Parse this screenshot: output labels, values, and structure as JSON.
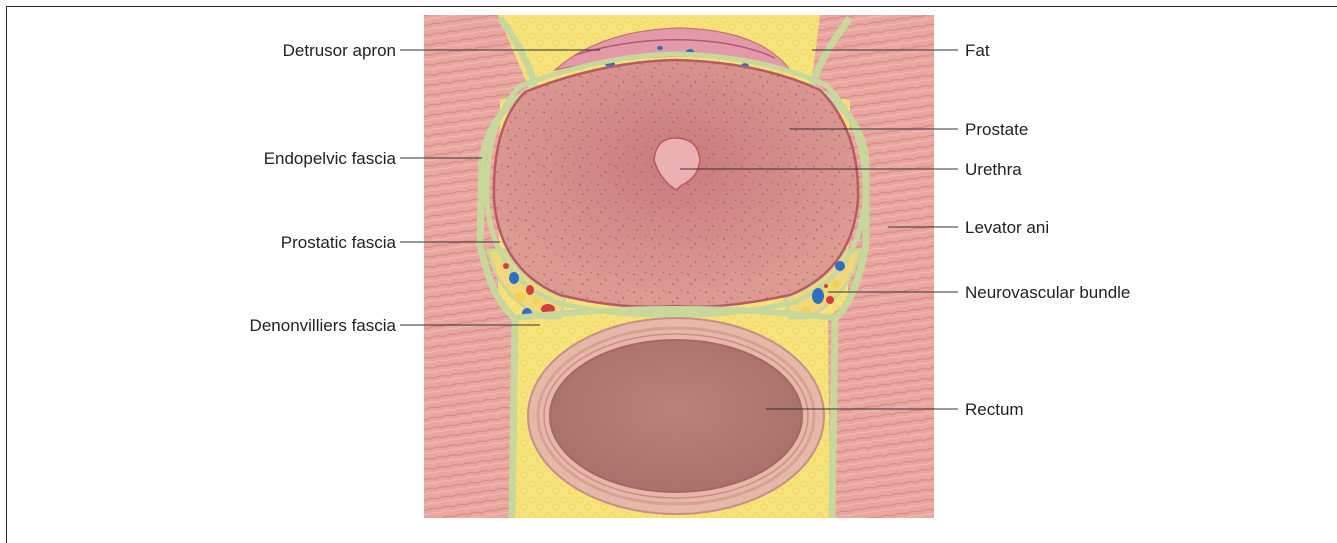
{
  "labels_left": {
    "detrusor_apron": "Detrusor apron",
    "endopelvic_fascia": "Endopelvic fascia",
    "prostatic_fascia": "Prostatic fascia",
    "denonvilliers_fascia": "Denonvilliers fascia"
  },
  "labels_right": {
    "fat": "Fat",
    "prostate": "Prostate",
    "urethra": "Urethra",
    "levator_ani": "Levator ani",
    "neurovascular_bundle": "Neurovascular bundle",
    "rectum": "Rectum"
  },
  "colors": {
    "muscle": "#e8a09a",
    "fat": "#f6e27a",
    "fascia": "#c9d9a0",
    "prostate": "#cf7f80",
    "rectum_wall": "#e3b3a6",
    "rectum_lumen": "#b57f75",
    "vein": "#2e6fc4",
    "artery": "#d63c3c",
    "nerve": "#f2d15a"
  }
}
